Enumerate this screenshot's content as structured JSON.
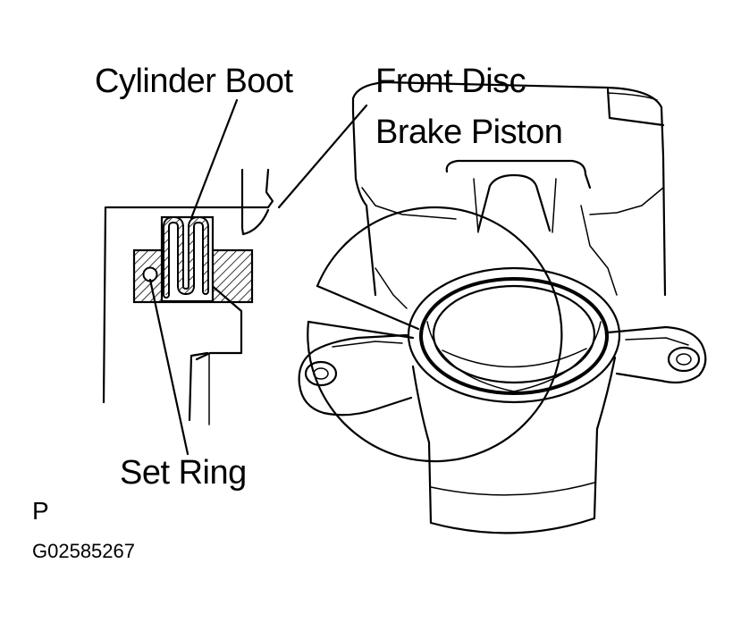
{
  "labels": {
    "cylinder_boot": "Cylinder Boot",
    "piston_line1": "Front Disc",
    "piston_line2": "Brake Piston",
    "set_ring": "Set Ring",
    "page_letter": "P",
    "figure_id": "G02585267"
  }
}
